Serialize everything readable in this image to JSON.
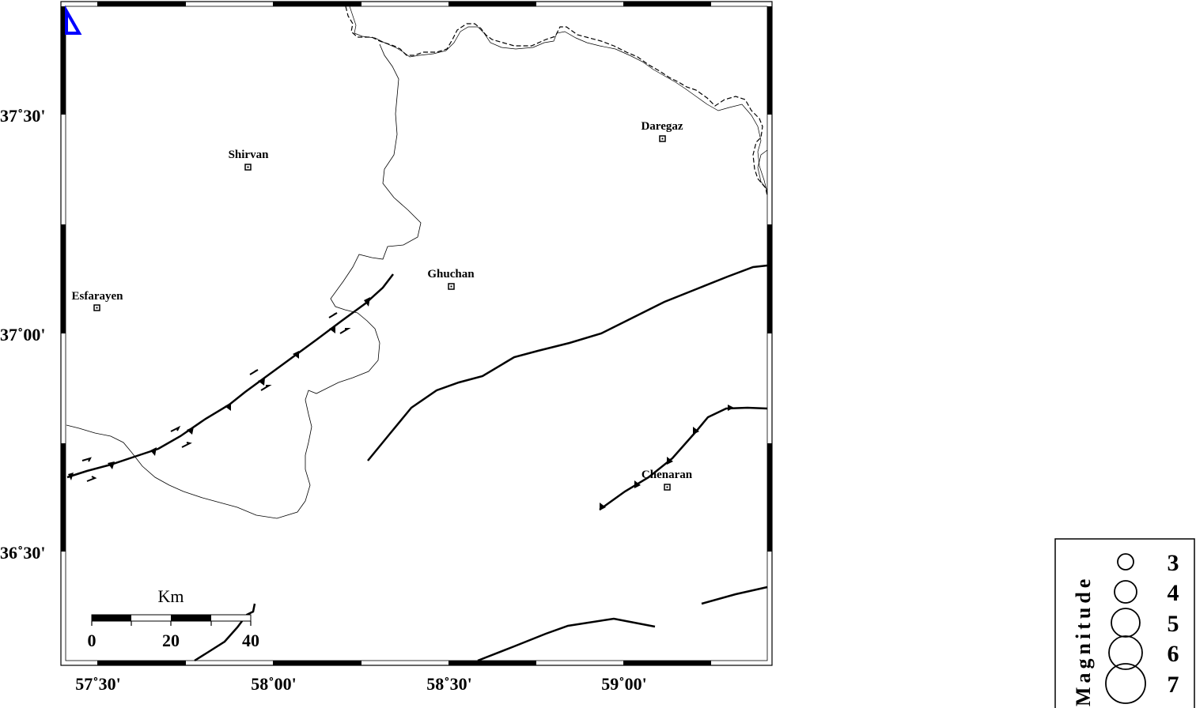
{
  "map": {
    "latitude_labels": [
      {
        "key": "lat-37-30",
        "text": "37˚30'"
      },
      {
        "key": "lat-37-00",
        "text": "37˚00'"
      },
      {
        "key": "lat-36-30",
        "text": "36˚30'"
      }
    ],
    "longitude_labels": [
      {
        "key": "lon-57-30",
        "text": "57˚30'"
      },
      {
        "key": "lon-58-00",
        "text": "58˚00'"
      },
      {
        "key": "lon-58-30",
        "text": "58˚30'"
      },
      {
        "key": "lon-59-00",
        "text": "59˚00'"
      }
    ],
    "cities": [
      {
        "key": "shirvan",
        "name": "Shirvan"
      },
      {
        "key": "daregaz",
        "name": "Daregaz"
      },
      {
        "key": "ghuchan",
        "name": "Ghuchan"
      },
      {
        "key": "esfarayen",
        "name": "Esfarayen"
      },
      {
        "key": "chenaran",
        "name": "Chenaran"
      }
    ],
    "scale_bar": {
      "unit": "Km",
      "ticks": [
        "0",
        "20",
        "40"
      ]
    },
    "colors": {
      "frame": "#000000",
      "station_marker": "#0000ff",
      "background": "#ffffff"
    }
  },
  "legend": {
    "title": "Magnitude",
    "items": [
      {
        "key": "mag-3",
        "label": "3"
      },
      {
        "key": "mag-4",
        "label": "4"
      },
      {
        "key": "mag-5",
        "label": "5"
      },
      {
        "key": "mag-6",
        "label": "6"
      },
      {
        "key": "mag-7",
        "label": "7"
      }
    ]
  }
}
